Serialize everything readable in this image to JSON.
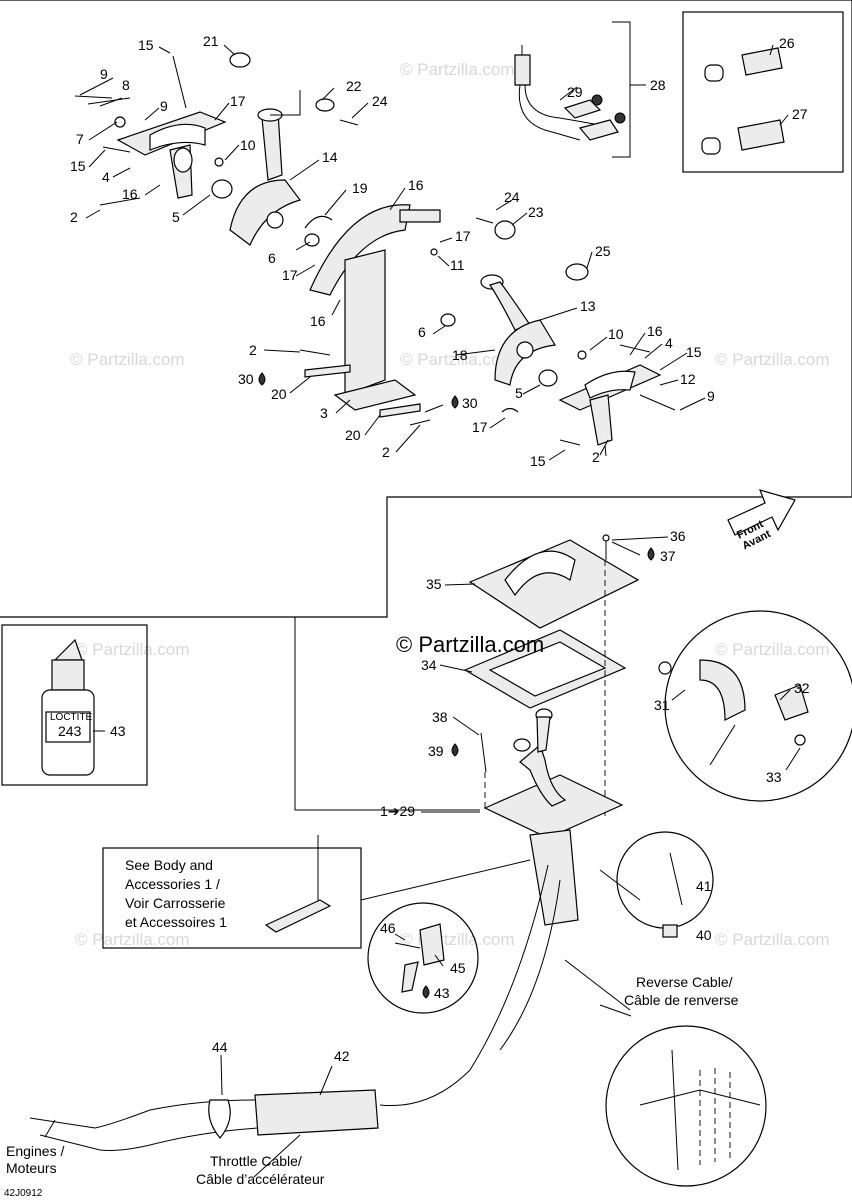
{
  "callouts": {
    "c1": "1",
    "c2": "2",
    "c3": "3",
    "c4": "4",
    "c5": "5",
    "c6": "6",
    "c7": "7",
    "c8": "8",
    "c9": "9",
    "c10": "10",
    "c11": "11",
    "c12": "12",
    "c13": "13",
    "c14": "14",
    "c15": "15",
    "c16": "16",
    "c17": "17",
    "c18": "18",
    "c19": "19",
    "c20": "20",
    "c21": "21",
    "c22": "22",
    "c23": "23",
    "c24": "24",
    "c25": "25",
    "c26": "26",
    "c27": "27",
    "c28": "28",
    "c29": "29",
    "c30": "30",
    "c31": "31",
    "c32": "32",
    "c33": "33",
    "c34": "34",
    "c35": "35",
    "c36": "36",
    "c37": "37",
    "c38": "38",
    "c39": "39",
    "c40": "40",
    "c41": "41",
    "c42": "42",
    "c43": "43",
    "c44": "44",
    "c45": "45",
    "c46": "46"
  },
  "ref_assembly": "1➔29",
  "labels": {
    "see_body_1": "See Body and",
    "see_body_2": "Accessories 1 /",
    "see_body_3": "Voir Carrosserie",
    "see_body_4": "et Accessoires 1",
    "reverse_1": "Reverse Cable/",
    "reverse_2": "Câble de renverse",
    "throttle_1": "Throttle Cable/",
    "throttle_2": "Câble d’accélérateur",
    "engines_1": "Engines /",
    "engines_2": "Moteurs",
    "front_1": "Front",
    "front_2": "Avant",
    "bottle_label": "243",
    "bottle_brand": "LOCTITE"
  },
  "copyright": "© Partzilla.com",
  "watermark": "© Partzilla.com",
  "diagram_code": "42J0912",
  "icons": [
    "drop-icon",
    "arrow-icon",
    "front-arrow-icon",
    "loctite-bottle-icon"
  ]
}
